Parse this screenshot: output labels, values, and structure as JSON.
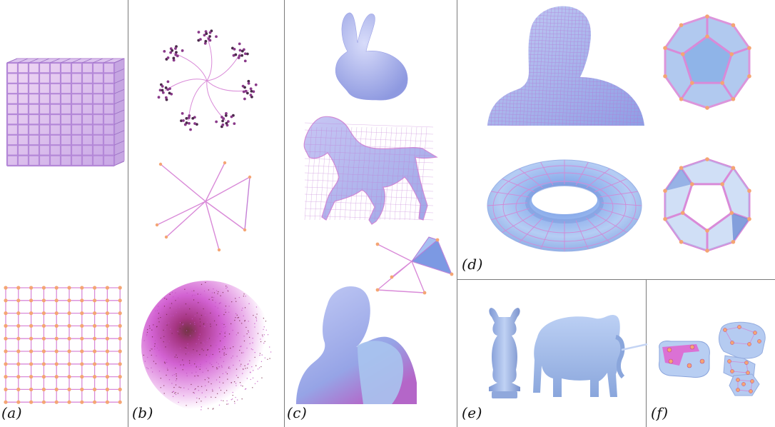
{
  "figure": {
    "panels": [
      {
        "id": "a",
        "label": "(a)",
        "items": [
          "grid-cube-icon",
          "grid-2d-icon"
        ]
      },
      {
        "id": "b",
        "label": "(b)",
        "items": [
          "radial-tree-icon",
          "star-graph-icon",
          "dense-network-icon"
        ]
      },
      {
        "id": "c",
        "label": "(c)",
        "items": [
          "bunny-mesh-icon",
          "horse-mesh-icon",
          "simplex-fan-icon",
          "bust-mesh-icon"
        ]
      },
      {
        "id": "d",
        "label": "(d)",
        "items": [
          "head-quad-mesh-icon",
          "dodecahedron-icon",
          "torus-mesh-icon",
          "dodecahedron-open-icon"
        ]
      },
      {
        "id": "e",
        "label": "(e)",
        "items": [
          "buddha-statue-icon",
          "elephant-icon"
        ]
      },
      {
        "id": "f",
        "label": "(f)",
        "items": [
          "cell-complex-small-icon",
          "cell-complex-large-icon"
        ]
      }
    ],
    "colors": {
      "edge": "#d98ad8",
      "edge_dark": "#b064c8",
      "vertex": "#f4a574",
      "surface": "#a9c4ee",
      "surface_dark": "#7a9bd6",
      "mesh_wire": "#c86bd4",
      "divider": "#7a7a7a"
    }
  }
}
